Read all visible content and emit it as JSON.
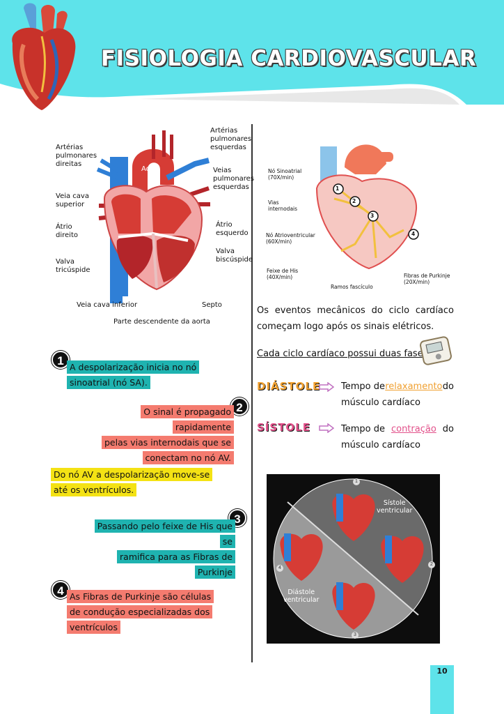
{
  "header": {
    "title": "FISIOLOGIA CARDIOVASCULAR",
    "banner_color": "#5ee3ea"
  },
  "heart_diagram": {
    "labels": {
      "arterias_pulm_dir": [
        "Artérias",
        "pulmonares",
        "direitas"
      ],
      "arterias_pulm_esq": [
        "Artérias",
        "pulmonares",
        "esquerdas"
      ],
      "aorta": "Aorta",
      "veias_pulm_esq": [
        "Veias",
        "pulmonares",
        "esquerdas"
      ],
      "veia_cava_sup": [
        "Veia cava",
        "superior"
      ],
      "atrio_dir": [
        "Átrio",
        "direito"
      ],
      "atrio_esq": [
        "Átrio",
        "esquerdo"
      ],
      "valva_bicuspide": [
        "Valva",
        "biscúspide"
      ],
      "valva_tricuspide": [
        "Valva",
        "tricúspide"
      ],
      "veia_cava_inf": "Veia cava inferior",
      "septo": "Septo",
      "aorta_desc": "Parte descendente da aorta"
    }
  },
  "conduction_diagram": {
    "labels": {
      "no_sa": [
        "Nó Sinoatrial",
        "(70X/min)"
      ],
      "vias": [
        "Vias",
        "internodais"
      ],
      "no_av": [
        "Nó Atrioventricular",
        "(60X/min)"
      ],
      "feixe": [
        "Feixe de His",
        "(40X/min)"
      ],
      "ramos": "Ramos fascículo",
      "purkinje": [
        "Fibras de Purkinje",
        "(20X/min)"
      ]
    },
    "markers": [
      "1",
      "2",
      "3",
      "4"
    ]
  },
  "steps": [
    {
      "number": "1",
      "lines": [
        "A despolarização inicia no nó",
        "sinoatrial (nó SA)."
      ]
    },
    {
      "number": "2",
      "lines": [
        "O sinal é propagado rapidamente",
        "pelas vias internodais que se",
        "conectam no nó AV."
      ]
    },
    {
      "number": "",
      "lines": [
        "Do nó AV a despolarização move-se",
        "até os ventrículos."
      ]
    },
    {
      "number": "3",
      "lines": [
        "Passando pelo feixe de His que se",
        "ramifica para as Fibras de",
        "Purkinje"
      ]
    },
    {
      "number": "4",
      "lines": [
        "As Fibras de Purkinje são células",
        "de condução especializadas dos",
        "ventrículos"
      ]
    }
  ],
  "right": {
    "intro_lines": [
      "Os eventos mecânicos do ciclo cardíaco",
      "começam logo após os sinais elétricos."
    ],
    "phases_title": "Cada ciclo cardíaco possui duas fases:",
    "diastole": {
      "name": "DIÁSTOLE",
      "text_pre": "Tempo de",
      "keyword": "relaxamento",
      "text_post": "do",
      "line2": "músculo cardíaco",
      "color": "#f0a030"
    },
    "sistole": {
      "name": "SÍSTOLE",
      "text_pre": "Tempo de",
      "keyword": "contração",
      "text_post": "do",
      "line2": "músculo cardíaco",
      "color": "#e2508a"
    },
    "cycle": {
      "sistole_label": [
        "Sístole",
        "ventricular"
      ],
      "diastole_label": [
        "Diástole",
        "ventricular"
      ],
      "markers": [
        "1",
        "2",
        "3",
        "4"
      ]
    }
  },
  "page_number": "10"
}
